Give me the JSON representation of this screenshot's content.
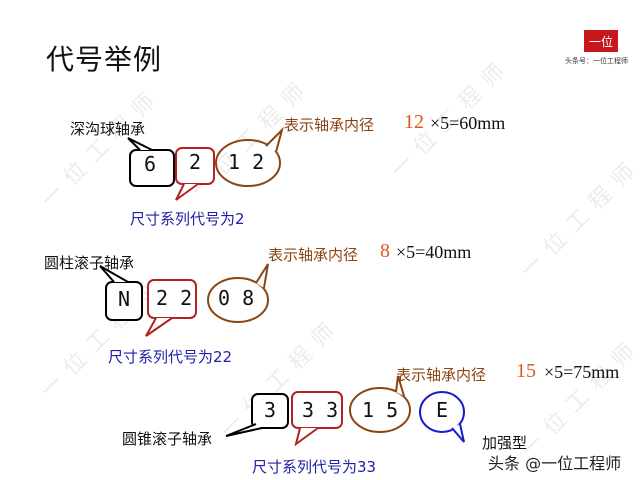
{
  "slide": {
    "title": "代号举例",
    "logo_text": "一位",
    "logo_sub": "头条号：一位工程师",
    "watermark": "一位工程师",
    "footer": "头条 @一位工程师"
  },
  "examples": [
    {
      "bearing_type": "深沟球轴承",
      "codes": [
        "6",
        "2",
        "1 2"
      ],
      "bore_label": "表示轴承内径",
      "bore_number": "12",
      "bore_formula": "×5=60mm",
      "series_label": "尺寸系列代号为2"
    },
    {
      "bearing_type": "圆柱滚子轴承",
      "codes": [
        "N",
        "2 2",
        "0 8"
      ],
      "bore_label": "表示轴承内径",
      "bore_number": "8",
      "bore_formula": "×5=40mm",
      "series_label": "尺寸系列代号为22"
    },
    {
      "bearing_type": "圆锥滚子轴承",
      "codes": [
        "3",
        "3 3",
        "1 5",
        "E"
      ],
      "bore_label": "表示轴承内径",
      "bore_number": "15",
      "bore_formula": "×5=75mm",
      "series_label": "尺寸系列代号为33",
      "suffix_label": "加强型"
    }
  ],
  "colors": {
    "type_box": "#000000",
    "series_box": "#b22222",
    "bore_ellipse": "#8b4513",
    "suffix_ellipse": "#1a1acd",
    "bore_number": "#e2571b",
    "series_text": "#2020a8"
  }
}
